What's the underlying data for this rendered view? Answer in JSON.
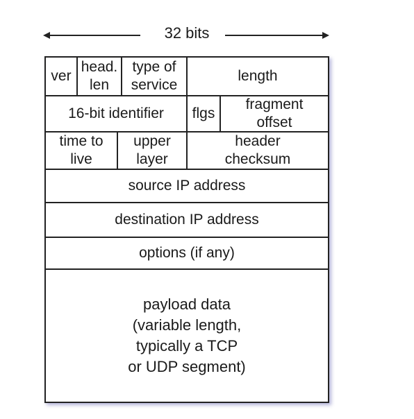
{
  "width_indicator": {
    "label": "32 bits"
  },
  "header_rows": [
    [
      "ver",
      "head.\nlen",
      "type of\nservice",
      "length"
    ],
    [
      "16-bit identifier",
      "flgs",
      "fragment\noffset"
    ],
    [
      "time to\nlive",
      "upper\nlayer",
      "header\nchecksum"
    ],
    [
      "source IP address"
    ],
    [
      "destination IP address"
    ],
    [
      "options (if any)"
    ],
    [
      "payload data\n(variable length,\ntypically a TCP\nor UDP segment)"
    ]
  ]
}
